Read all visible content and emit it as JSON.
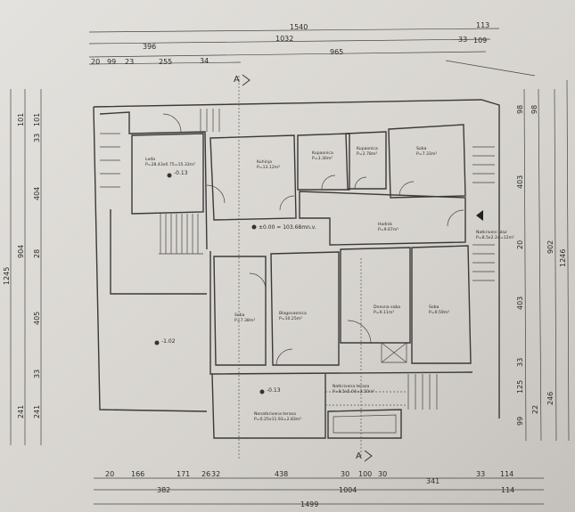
{
  "sheet": {
    "section_marker": "A",
    "level_reference": "±0.00 = 103.68mn.v.",
    "rooms": [
      {
        "name": "Lođa",
        "area": "P=28.43x0.75=15.33m²"
      },
      {
        "name": "Kuhinja",
        "area": "P=13.12m²"
      },
      {
        "name": "Kupaonica",
        "area": "P=3.30m²"
      },
      {
        "name": "Kupaonica",
        "area": "P=2.78m²"
      },
      {
        "name": "Soba",
        "area": "P=7.33m²"
      },
      {
        "name": "Hodnik",
        "area": "P=9.67m²"
      },
      {
        "name": "Natkriveni ulaz",
        "area": "P=8.5x2.24=12m²"
      },
      {
        "name": "Soba",
        "area": "P=7.38m²"
      },
      {
        "name": "Blagovaonica",
        "area": "P=10.25m²"
      },
      {
        "name": "Dnevna soba",
        "area": "P=9.11m²"
      },
      {
        "name": "Soba",
        "area": "P=9.59m²"
      },
      {
        "name": "Natkrivena terasa",
        "area": "P=8.5x5.04=2.50m²"
      },
      {
        "name": "Nenatkrivena terasa",
        "area": "P=0.25x11.93=2.83m²"
      }
    ],
    "levels": [
      "-0.13",
      "-1.02",
      "-0.13"
    ],
    "dims_top": {
      "row1": [
        "1540",
        "113"
      ],
      "row2": [
        "1032",
        "33",
        "109"
      ],
      "row3": [
        "396",
        "965"
      ],
      "row4": [
        "20",
        "99",
        "23",
        "255",
        "34"
      ]
    },
    "dims_bottom": {
      "row1": [
        "20",
        "166",
        "171",
        "26",
        "32",
        "438",
        "30",
        "100",
        "30",
        "341",
        "33",
        "114"
      ],
      "row2": [
        "382",
        "1004",
        "114"
      ],
      "row3": [
        "1499"
      ]
    },
    "dims_left": {
      "outer": "1245",
      "middle": [
        "101",
        "904",
        "241"
      ],
      "inner": [
        "101",
        "33",
        "101",
        "404",
        "28",
        "405",
        "33",
        "241"
      ]
    },
    "dims_right": {
      "inner": [
        "98",
        "403",
        "20",
        "403",
        "33",
        "125",
        "22",
        "99"
      ],
      "middle": [
        "98",
        "902",
        "246"
      ],
      "outer": "1246"
    }
  }
}
